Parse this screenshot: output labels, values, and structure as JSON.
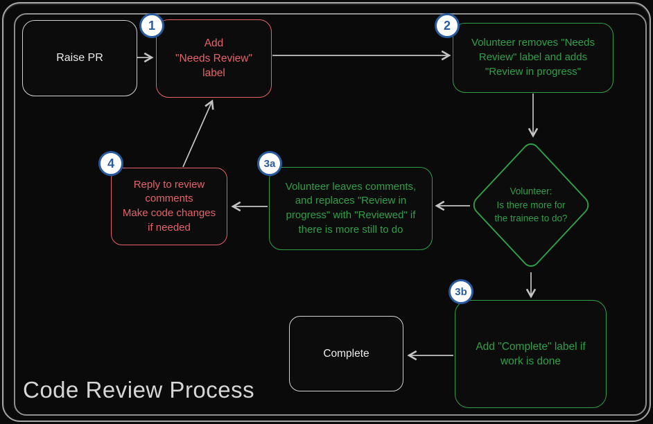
{
  "title": "Code Review Process",
  "colors": {
    "red": "#e4646b",
    "green": "#2fa048",
    "badge_blue": "#2b5b9f",
    "arrow": "#c4c4c4",
    "frame_gray": "#9c9c9c",
    "background": "#0a0a0b"
  },
  "nodes": {
    "raise_pr": {
      "label": "Raise PR"
    },
    "add_needs_review": {
      "badge": "1",
      "label": "Add\n\"Needs Review\"\nlabel"
    },
    "volunteer_removes": {
      "badge": "2",
      "label": "Volunteer removes \"Needs\nReview\" label and adds\n\"Review in progress\""
    },
    "decision": {
      "label": "Volunteer:\nIs there more for\nthe trainee to do?"
    },
    "leaves_comments": {
      "badge": "3a",
      "label": "Volunteer leaves comments,\nand replaces \"Review in\nprogress\" with \"Reviewed\" if\nthere is more still to do"
    },
    "reply_comments": {
      "badge": "4",
      "label": "Reply to review\ncomments\nMake code changes\nif needed"
    },
    "add_complete": {
      "badge": "3b",
      "label": "Add \"Complete\" label if\nwork is done"
    },
    "complete": {
      "label": "Complete"
    }
  }
}
